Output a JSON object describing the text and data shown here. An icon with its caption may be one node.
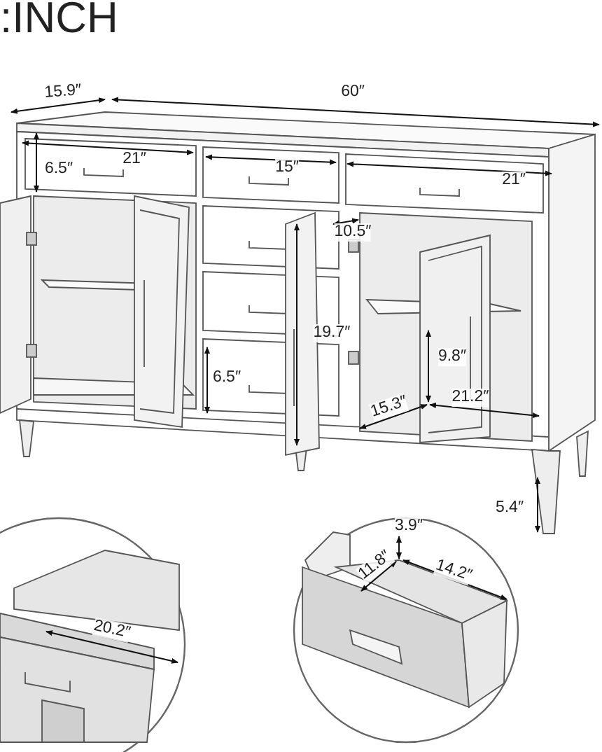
{
  "diagram": {
    "title": ":INCH",
    "labels": [
      "15.9″",
      "60″",
      "6.5″",
      "21″",
      "15″",
      "21″",
      "10.5″",
      "19.7″",
      "9.8″",
      "6.5″",
      "15.3″",
      "21.2″",
      "5.4″",
      "20.2″",
      "3.9″",
      "11.8″",
      "14.2″"
    ]
  }
}
